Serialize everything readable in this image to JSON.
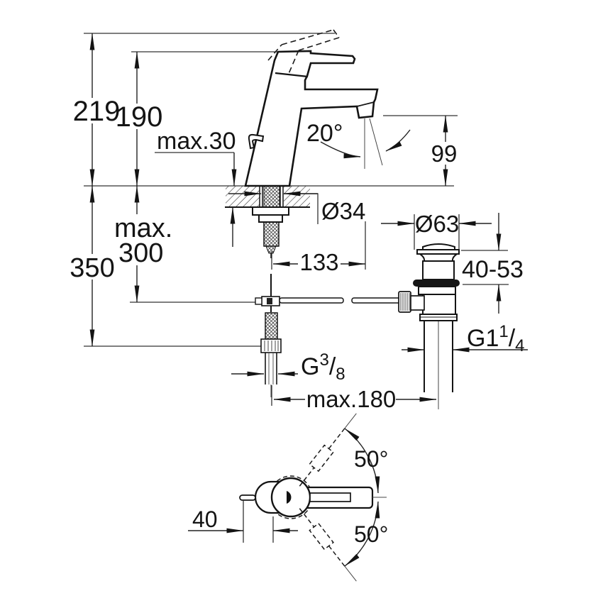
{
  "drawing": {
    "colors": {
      "line": "#141414",
      "dim_line": "#222222",
      "background": "#ffffff"
    },
    "front_view": {
      "overall_height": "219",
      "spout_top_height": "190",
      "deck_thickness_max": "max.30",
      "spout_angle": "20°",
      "spout_outlet_height": "99",
      "hole_diameter": "Ø34",
      "spout_reach": "133",
      "below_deck_max_word": "max.",
      "below_deck_max_value": "300",
      "supply_length": "350",
      "supply_thread": {
        "prefix": "G",
        "numerator": "3",
        "slash": "/",
        "denominator": "8"
      },
      "drain_offset_max": "max.180"
    },
    "drain": {
      "flange_diameter": "Ø63",
      "height_range": "40-53",
      "thread": {
        "prefix": "G1",
        "numerator": "1",
        "slash": "/",
        "denominator": "4"
      }
    },
    "plan_view": {
      "swing_angle_up": "50°",
      "swing_angle_down": "50°",
      "rod_offset": "40"
    }
  }
}
